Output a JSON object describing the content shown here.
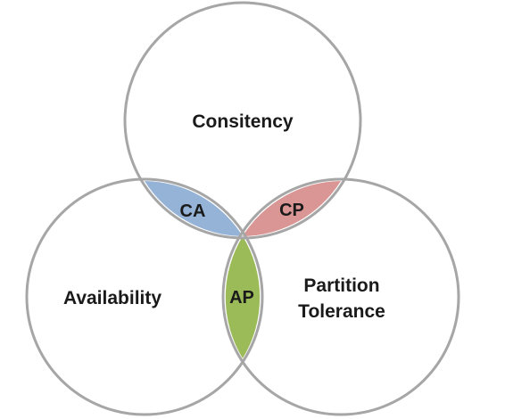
{
  "diagram": {
    "sets": [
      {
        "key": "consistency",
        "label": "Consitency"
      },
      {
        "key": "availability",
        "label": "Availability"
      },
      {
        "key": "partition",
        "label_line1": "Partition",
        "label_line2": "Tolerance"
      }
    ],
    "intersections": [
      {
        "key": "ca",
        "label": "CA",
        "color": "#95b3d7"
      },
      {
        "key": "cp",
        "label": "CP",
        "color": "#d99694"
      },
      {
        "key": "ap",
        "label": "AP",
        "color": "#9bbb59"
      }
    ],
    "circle_stroke_color": "#a6a6a6",
    "background_color": "#ffffff"
  }
}
